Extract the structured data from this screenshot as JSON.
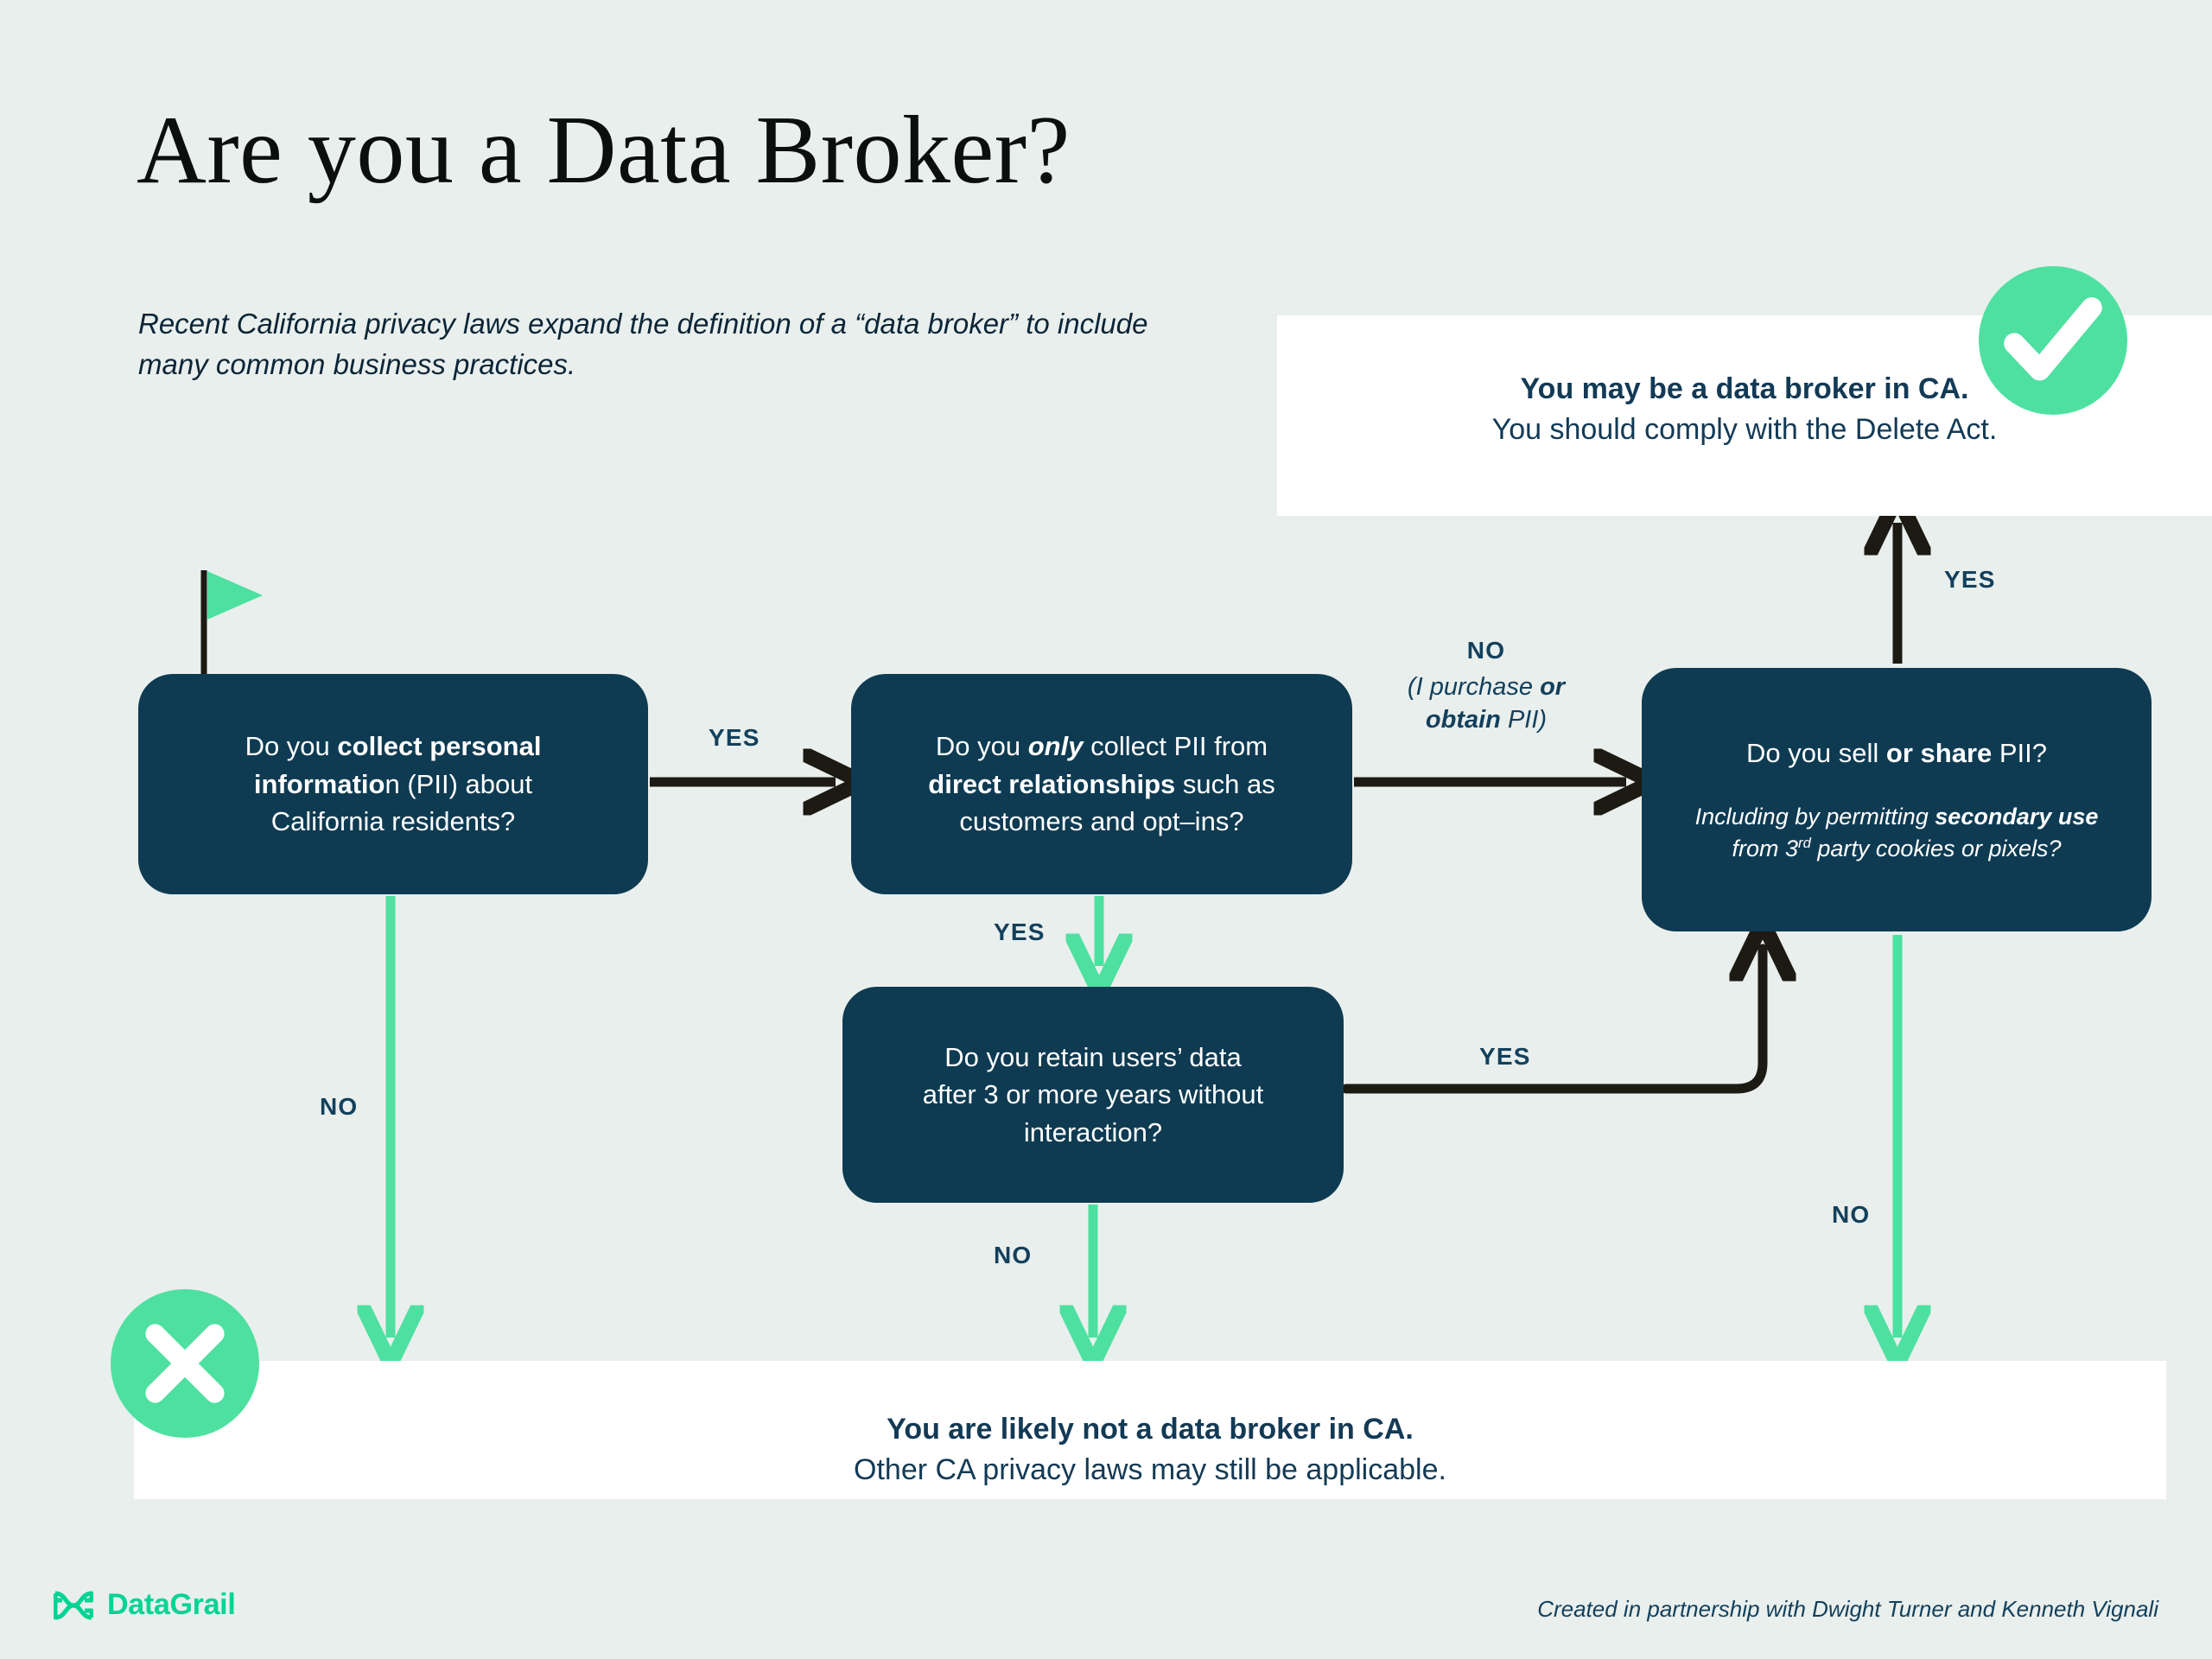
{
  "header": {
    "title": "Are you a Data Broker?",
    "subtitle": "Recent California privacy laws expand the definition of a “data broker” to include many common business practices."
  },
  "colors": {
    "background": "#e9efed",
    "node_fill": "#0e3b52",
    "accent_green": "#4ee0a0",
    "logo_green": "#00d494",
    "arrow_dark": "#1c1a13",
    "text_navy": "#13405c",
    "panel_white": "#ffffff"
  },
  "nodes": {
    "collect": {
      "id": "node-collect",
      "line1_a": "Do you ",
      "line1_b": "collect personal",
      "line2_b": "informatio",
      "line2_a": "n (PII) about",
      "line3": "California residents?"
    },
    "only": {
      "id": "node-only",
      "l1_a": "Do you ",
      "l1_i": "only",
      "l1_b": " collect PII from",
      "l2_b": "direct relationships",
      "l2_a": " such as",
      "l3": "customers and opt–ins?"
    },
    "retain": {
      "id": "node-retain",
      "l1": "Do you retain users’ data",
      "l2": "after 3 or more years without",
      "l3": "interaction?"
    },
    "sell": {
      "id": "node-sell",
      "l1_a": "Do you sell ",
      "l1_b": "or share",
      "l1_c": " PII?",
      "s1_a": "Including by permitting ",
      "s1_b": "secondary use",
      "s2_a": "from 3",
      "s2_sup": "rd",
      "s2_b": " party cookies or pixels?"
    }
  },
  "outcomes": {
    "yes": {
      "headline": "You may be a data broker in CA.",
      "body": "You should comply with the Delete Act.",
      "badge": "check-icon"
    },
    "no": {
      "headline": "You are likely not a data broker in CA.",
      "body": "Other CA privacy laws may still be applicable.",
      "badge": "x-icon"
    }
  },
  "edges": {
    "yes_collect_to_only": "YES",
    "yes_only_to_retain": "YES",
    "yes_retain_to_sell": "YES",
    "yes_sell_to_outcome": "YES",
    "no_collect": "NO",
    "no_retain": "NO",
    "no_sell": "NO",
    "no_only_note": {
      "label": "NO",
      "line1_a": "(I purchase ",
      "line1_b": "or",
      "line2_b": "obtain",
      "line2_a": " PII)"
    }
  },
  "footer": {
    "logo_text": "DataGrail",
    "credit": "Created in partnership with Dwight Turner and Kenneth Vignali"
  }
}
